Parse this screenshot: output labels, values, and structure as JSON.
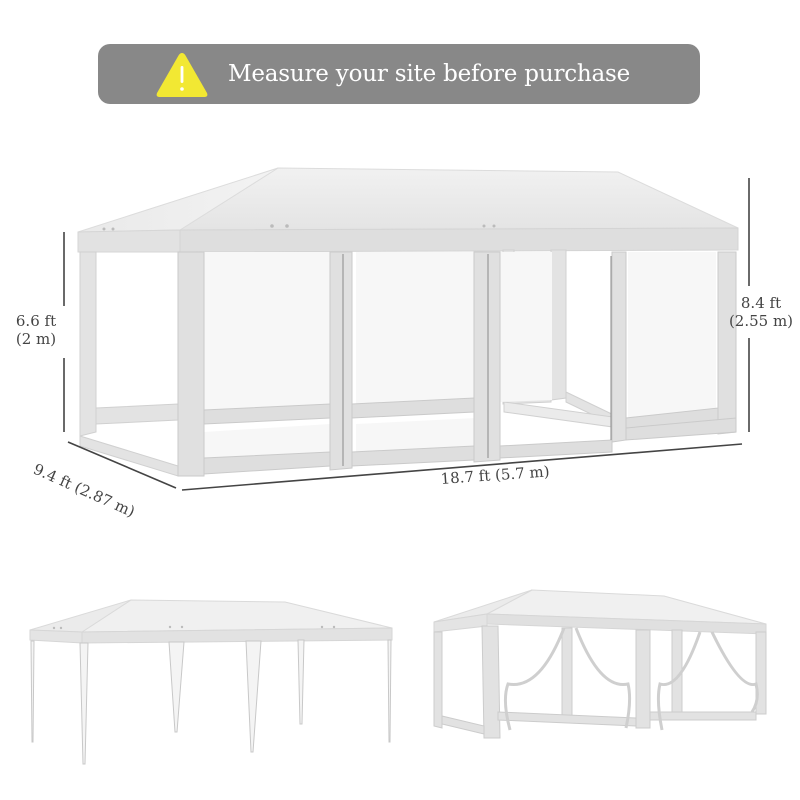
{
  "banner": {
    "icon": "warning-triangle-icon",
    "text": "Measure your site before purchase",
    "background_color": "#888888",
    "icon_color": "#f2e833",
    "text_color": "#ffffff"
  },
  "dimensions": {
    "front_height": {
      "ft": "6.6 ft",
      "m": "(2 m)"
    },
    "total_height": {
      "ft": "8.4 ft",
      "m": "(2.55 m)"
    },
    "depth": {
      "label": "9.4 ft (2.87 m)"
    },
    "width": {
      "label": "18.7 ft (5.7 m)"
    },
    "line_color": "#444444"
  },
  "images": {
    "main": "gazebo-with-mesh-sidewalls-dimension-diagram",
    "bottom_left": "gazebo-canopy-without-sidewalls",
    "bottom_right": "gazebo-with-mesh-curtains-tied-open"
  }
}
